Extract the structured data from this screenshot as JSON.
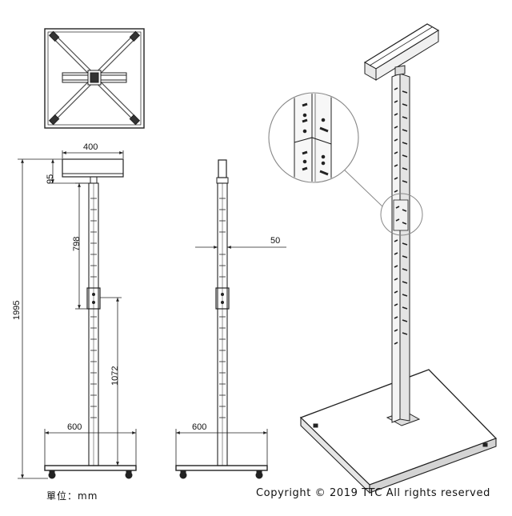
{
  "dimensions": {
    "top_width": "400",
    "head_height": "95",
    "total_height": "1995",
    "slot_span": "798",
    "lower_span": "1072",
    "base_front": "600",
    "base_side": "600",
    "pole_width": "50"
  },
  "footer": {
    "unit_label": "單位：mm",
    "copyright": "Copyright © 2019 TTC All rights reserved"
  },
  "colors": {
    "line": "#222222",
    "detail_circle": "#888888"
  }
}
